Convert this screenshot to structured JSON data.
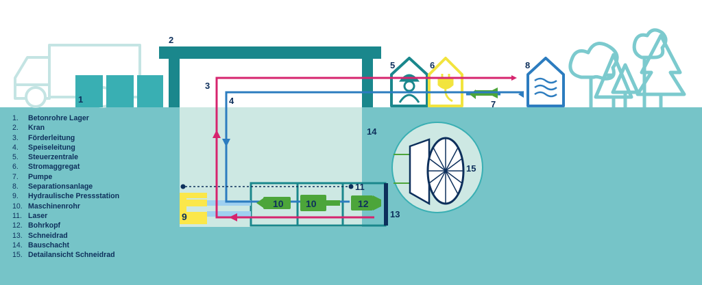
{
  "labels": {
    "n1": "1",
    "n2": "2",
    "n3": "3",
    "n4": "4",
    "n5": "5",
    "n6": "6",
    "n7": "7",
    "n8": "8",
    "n9": "9",
    "n10a": "10",
    "n10b": "10",
    "n11": "11",
    "n12": "12",
    "n13": "13",
    "n14": "14",
    "n15": "15"
  },
  "legend": [
    {
      "num": "1.",
      "text": "Betonrohre Lager"
    },
    {
      "num": "2.",
      "text": "Kran"
    },
    {
      "num": "3.",
      "text": "Förderleitung"
    },
    {
      "num": "4.",
      "text": "Speiseleitung"
    },
    {
      "num": "5.",
      "text": "Steuerzentrale"
    },
    {
      "num": "6.",
      "text": "Stromaggregat"
    },
    {
      "num": "7.",
      "text": "Pumpe"
    },
    {
      "num": "8.",
      "text": "Separationsanlage"
    },
    {
      "num": "9.",
      "text": "Hydraulische Pressstation"
    },
    {
      "num": "10.",
      "text": "Maschinenrohr"
    },
    {
      "num": "11.",
      "text": "Laser"
    },
    {
      "num": "12.",
      "text": "Bohrkopf"
    },
    {
      "num": "13.",
      "text": "Schneidrad"
    },
    {
      "num": "14.",
      "text": "Bauschacht"
    },
    {
      "num": "15.",
      "text": "Detailansicht Schneidrad"
    }
  ],
  "colors": {
    "ground": "#76c4c8",
    "shaft": "#cde8e3",
    "crane": "#1a878c",
    "truck": "#c4e4e3",
    "pipes": "#39afb3",
    "navy": "#0d2f5b",
    "delivery_line": "#d6246e",
    "feed_line": "#2c7cbf",
    "machine": "#4ca53a",
    "press": "#fbe74a",
    "trees": "#7ccace"
  },
  "icons": {
    "control": "worker-helmet-icon",
    "power": "plug-icon",
    "separation": "water-waves-icon",
    "trees": "tree-icon"
  }
}
